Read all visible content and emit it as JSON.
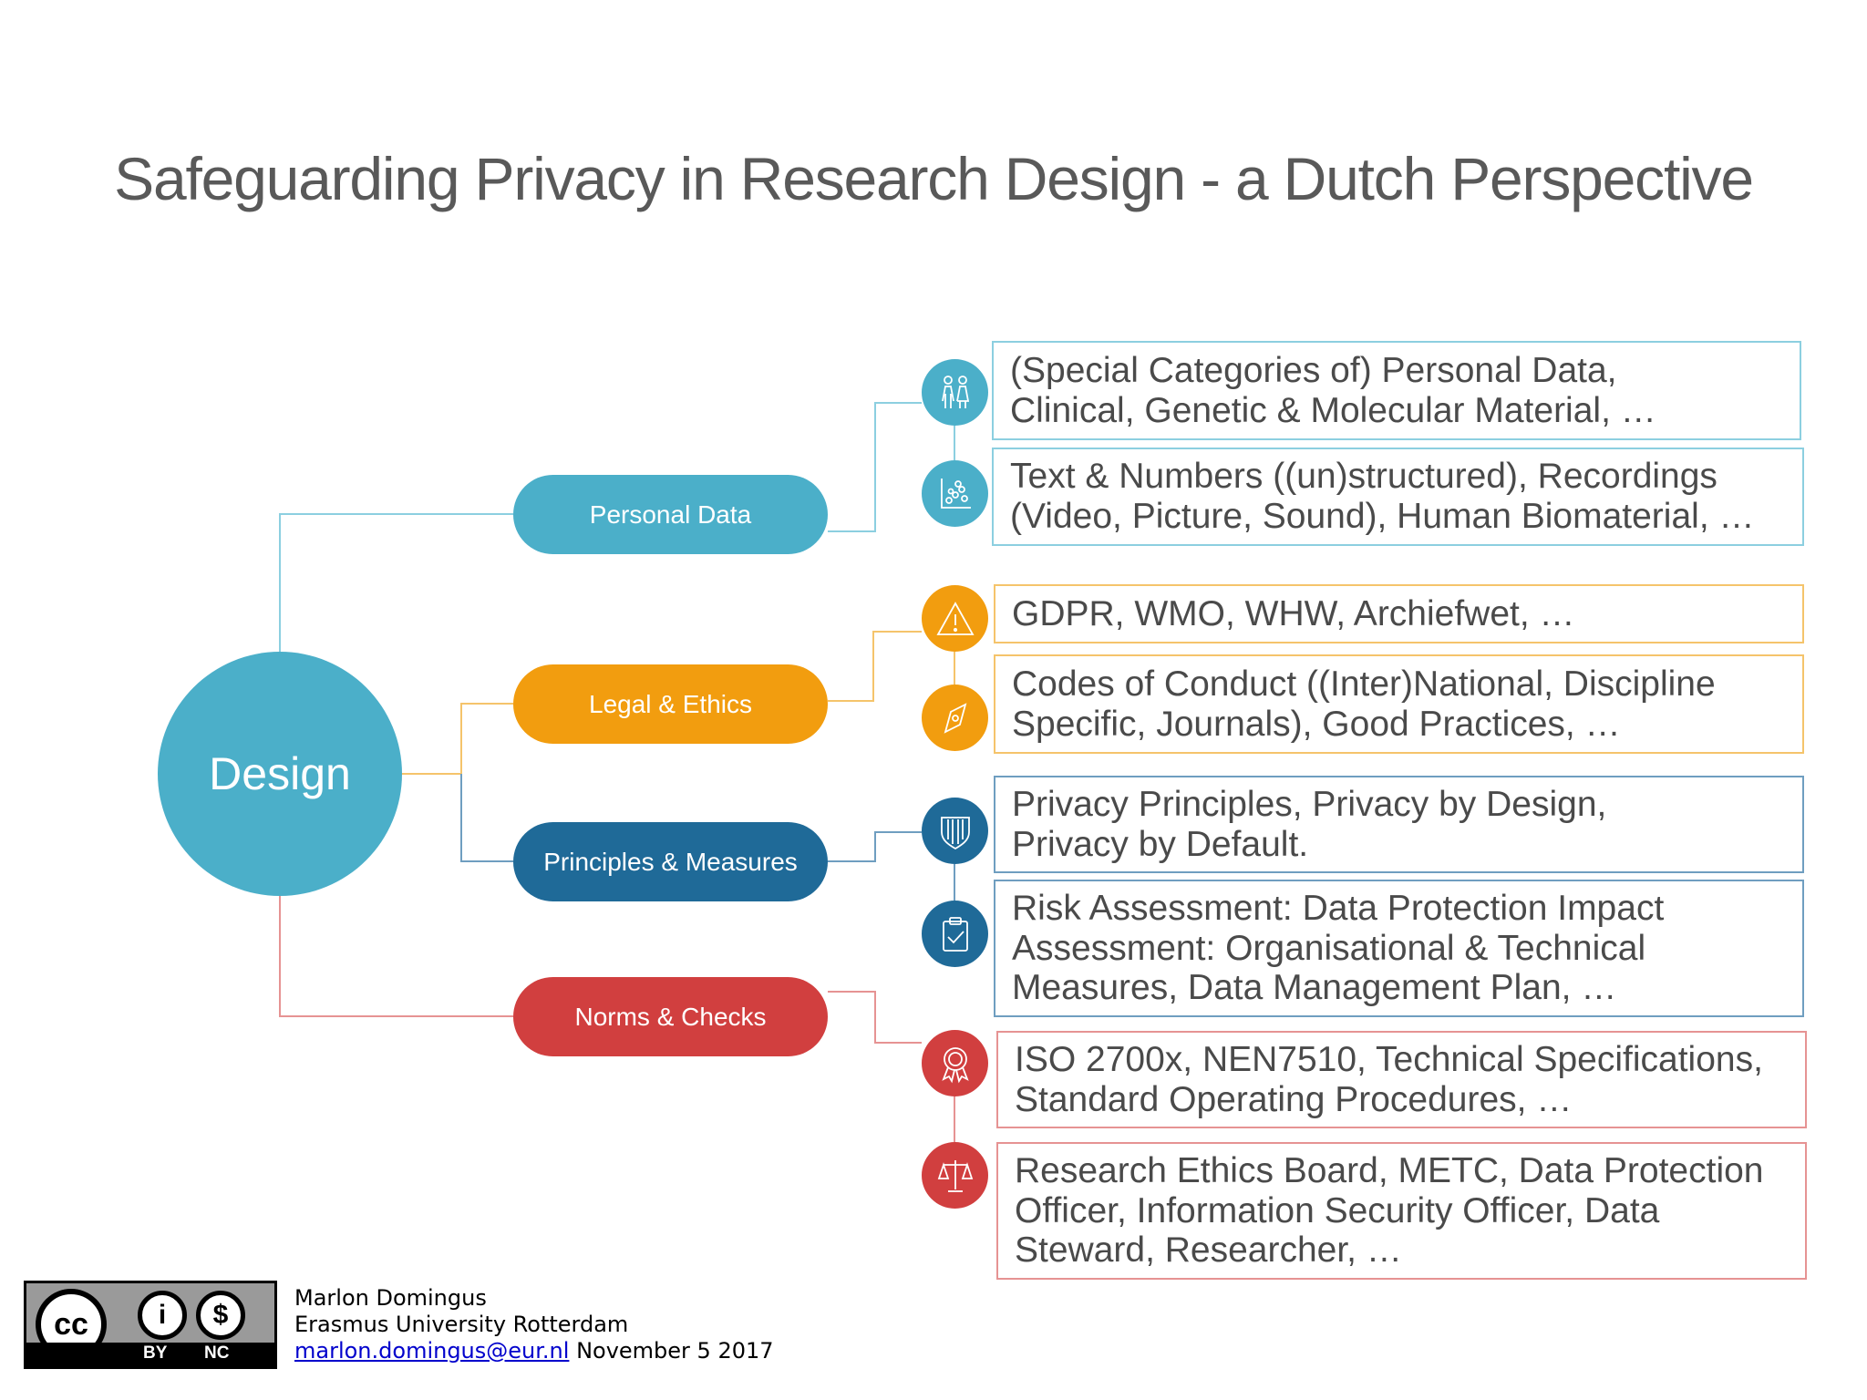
{
  "title": "Safeguarding Privacy in Research Design - a Dutch Perspective",
  "center": {
    "label": "Design",
    "color": "#4bafc9"
  },
  "branches": [
    {
      "label": "Personal Data",
      "color": "#4bafc9",
      "items": [
        {
          "icon": "people-icon",
          "text": "(Special Categories of) Personal Data,\n Clinical, Genetic & Molecular Material, …"
        },
        {
          "icon": "chart-scatter-icon",
          "text": "Text & Numbers ((un)structured), Recordings\n(Video, Picture, Sound), Human Biomaterial, …"
        }
      ]
    },
    {
      "label": "Legal & Ethics",
      "color": "#f29d0f",
      "items": [
        {
          "icon": "warning-icon",
          "text": "GDPR, WMO, WHW, Archiefwet, …"
        },
        {
          "icon": "compass-icon",
          "text": "Codes of Conduct ((Inter)National, Discipline\nSpecific, Journals), Good Practices, …"
        }
      ]
    },
    {
      "label": "Principles & Measures",
      "color": "#1f6a98",
      "items": [
        {
          "icon": "shield-icon",
          "text": "Privacy Principles, Privacy by Design,\nPrivacy by Default."
        },
        {
          "icon": "clipboard-check-icon",
          "text": "Risk Assessment: Data Protection Impact\nAssessment: Organisational & Technical\nMeasures, Data Management Plan, …"
        }
      ]
    },
    {
      "label": "Norms & Checks",
      "color": "#d13f3f",
      "items": [
        {
          "icon": "award-ribbon-icon",
          "text": "ISO 2700x, NEN7510, Technical Specifications,\nStandard Operating Procedures, …"
        },
        {
          "icon": "scales-icon",
          "text": "Research Ethics Board, METC, Data Protection\nOfficer, Information Security Officer, Data\nSteward, Researcher, …"
        }
      ]
    }
  ],
  "license": {
    "logo": "cc",
    "by": "BY",
    "nc": "NC"
  },
  "credits": {
    "author": "Marlon Domingus",
    "institution": "Erasmus University Rotterdam",
    "email": "marlon.domingus@eur.nl",
    "date": "November 5 2017"
  }
}
